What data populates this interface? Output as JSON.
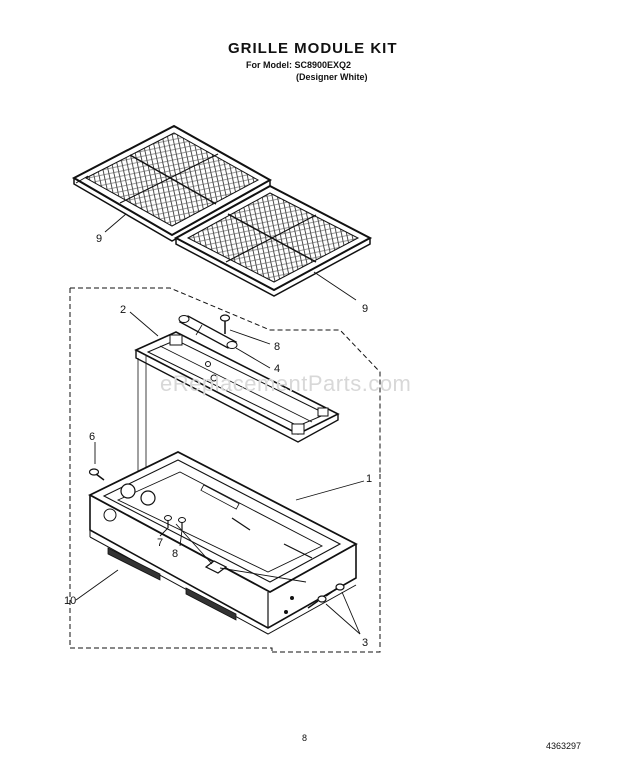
{
  "header": {
    "title": "GRILLE MODULE KIT",
    "model_line": "For Model: SC8900EXQ2",
    "variant_line": "(Designer White)"
  },
  "watermark": "eReplacementParts.com",
  "callouts": {
    "c9a": "9",
    "c9b": "9",
    "c2": "2",
    "c8a": "8",
    "c4": "4",
    "c6": "6",
    "c1": "1",
    "c7": "7",
    "c8b": "8",
    "c10": "10",
    "c3": "3"
  },
  "footer": {
    "page_number": "8",
    "document_number": "4363297"
  }
}
